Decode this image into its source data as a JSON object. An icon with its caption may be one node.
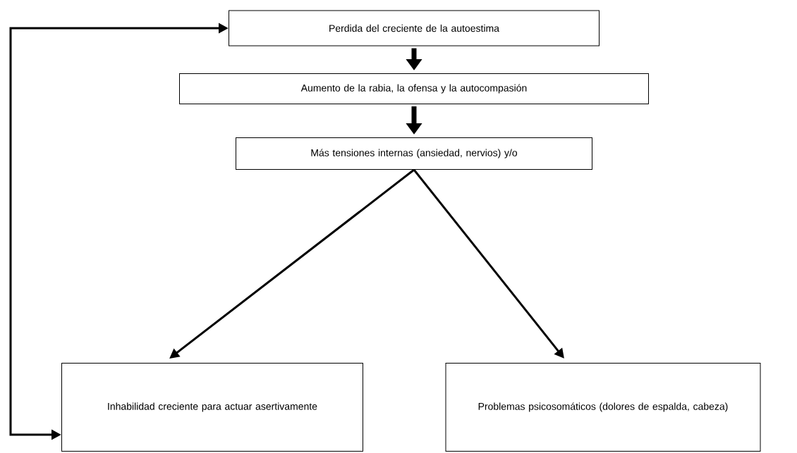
{
  "diagram": {
    "nodes": [
      {
        "text": [
          "Perdida  del creciente de la autoestima"
        ]
      },
      {
        "text": [
          "Aumento de la rabia, la ofensa y la autocompasión"
        ]
      },
      {
        "text": [
          "Más tensiones internas (ansiedad, nervios) y/o"
        ]
      },
      {
        "text": [
          "Inhabilidad creciente para actuar asertivamente"
        ]
      },
      {
        "text": [
          "Problemas psicosomáticos (dolores de espalda, cabeza)"
        ]
      }
    ],
    "edges": [
      {
        "from": 0,
        "to": 1,
        "arrow": "to",
        "style": "thick"
      },
      {
        "from": 1,
        "to": 2,
        "arrow": "to",
        "style": "thick"
      },
      {
        "from": 2,
        "to": 3,
        "arrow": "to"
      },
      {
        "from": 2,
        "to": 4,
        "arrow": "to"
      },
      {
        "from": 3,
        "to": 0,
        "arrow": "both"
      }
    ]
  }
}
